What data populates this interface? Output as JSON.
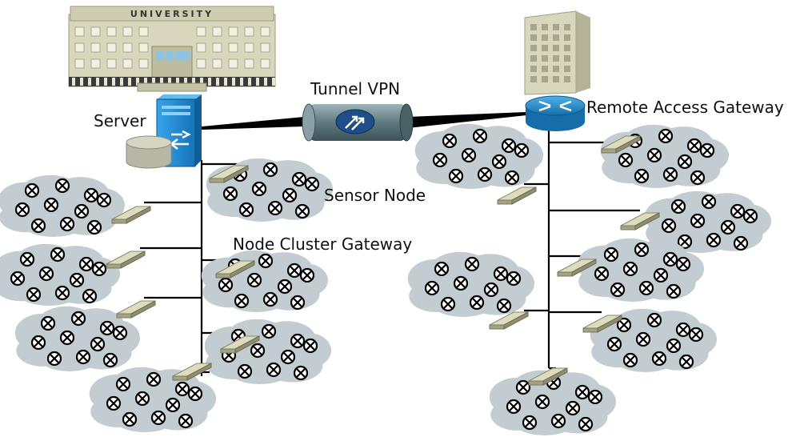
{
  "labels": {
    "university": "UNIVERSITY",
    "server": "Server",
    "tunnel_vpn": "Tunnel VPN",
    "remote_gateway": "Remote Access Gateway",
    "sensor_node": "Sensor Node",
    "cluster_gateway": "Node Cluster Gateway"
  },
  "colors": {
    "cloud": "#c3cdd1",
    "building": "#d8d7bd",
    "building_dark": "#a8a88c",
    "server_blue": "#1f8fd6",
    "router_blue": "#1f86c9",
    "tunnel": "#5f7a80",
    "gateway_device": "#c9c8a6",
    "line": "#000000"
  },
  "icons": {
    "server": "server-tower-icon",
    "database": "database-cylinder-icon",
    "router": "router-icon",
    "tunnel": "vpn-tunnel-icon",
    "sensor": "sensor-node-icon",
    "gateway": "cluster-gateway-device-icon",
    "university": "university-building-icon",
    "remote_building": "office-building-icon"
  }
}
